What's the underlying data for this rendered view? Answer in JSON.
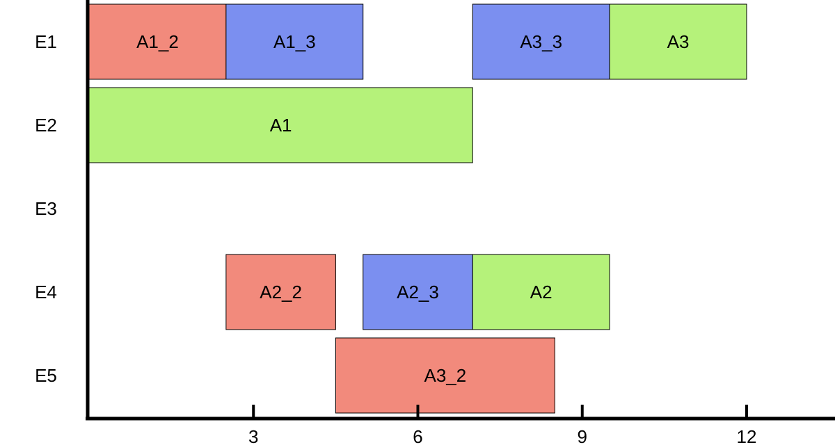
{
  "chart_data": {
    "type": "gantt",
    "rows": [
      "E1",
      "E2",
      "E3",
      "E4",
      "E5"
    ],
    "x_ticks": [
      3,
      6,
      9,
      12
    ],
    "xlim": [
      0,
      14
    ],
    "colors": {
      "red": "#f28a7c",
      "blue": "#7b8ff0",
      "green": "#b5f27a"
    },
    "tasks": [
      {
        "label": "A1_2",
        "row": "E1",
        "start": 0,
        "end": 2.5,
        "color": "red"
      },
      {
        "label": "A1_3",
        "row": "E1",
        "start": 2.5,
        "end": 5,
        "color": "blue"
      },
      {
        "label": "A3_3",
        "row": "E1",
        "start": 7,
        "end": 9.5,
        "color": "blue"
      },
      {
        "label": "A3",
        "row": "E1",
        "start": 9.5,
        "end": 12,
        "color": "green"
      },
      {
        "label": "A1",
        "row": "E2",
        "start": 0,
        "end": 7,
        "color": "green"
      },
      {
        "label": "A2_2",
        "row": "E4",
        "start": 2.5,
        "end": 4.5,
        "color": "red"
      },
      {
        "label": "A2_3",
        "row": "E4",
        "start": 5,
        "end": 7,
        "color": "blue"
      },
      {
        "label": "A2",
        "row": "E4",
        "start": 7,
        "end": 9.5,
        "color": "green"
      },
      {
        "label": "A3_2",
        "row": "E5",
        "start": 4.5,
        "end": 8.5,
        "color": "red"
      }
    ]
  }
}
